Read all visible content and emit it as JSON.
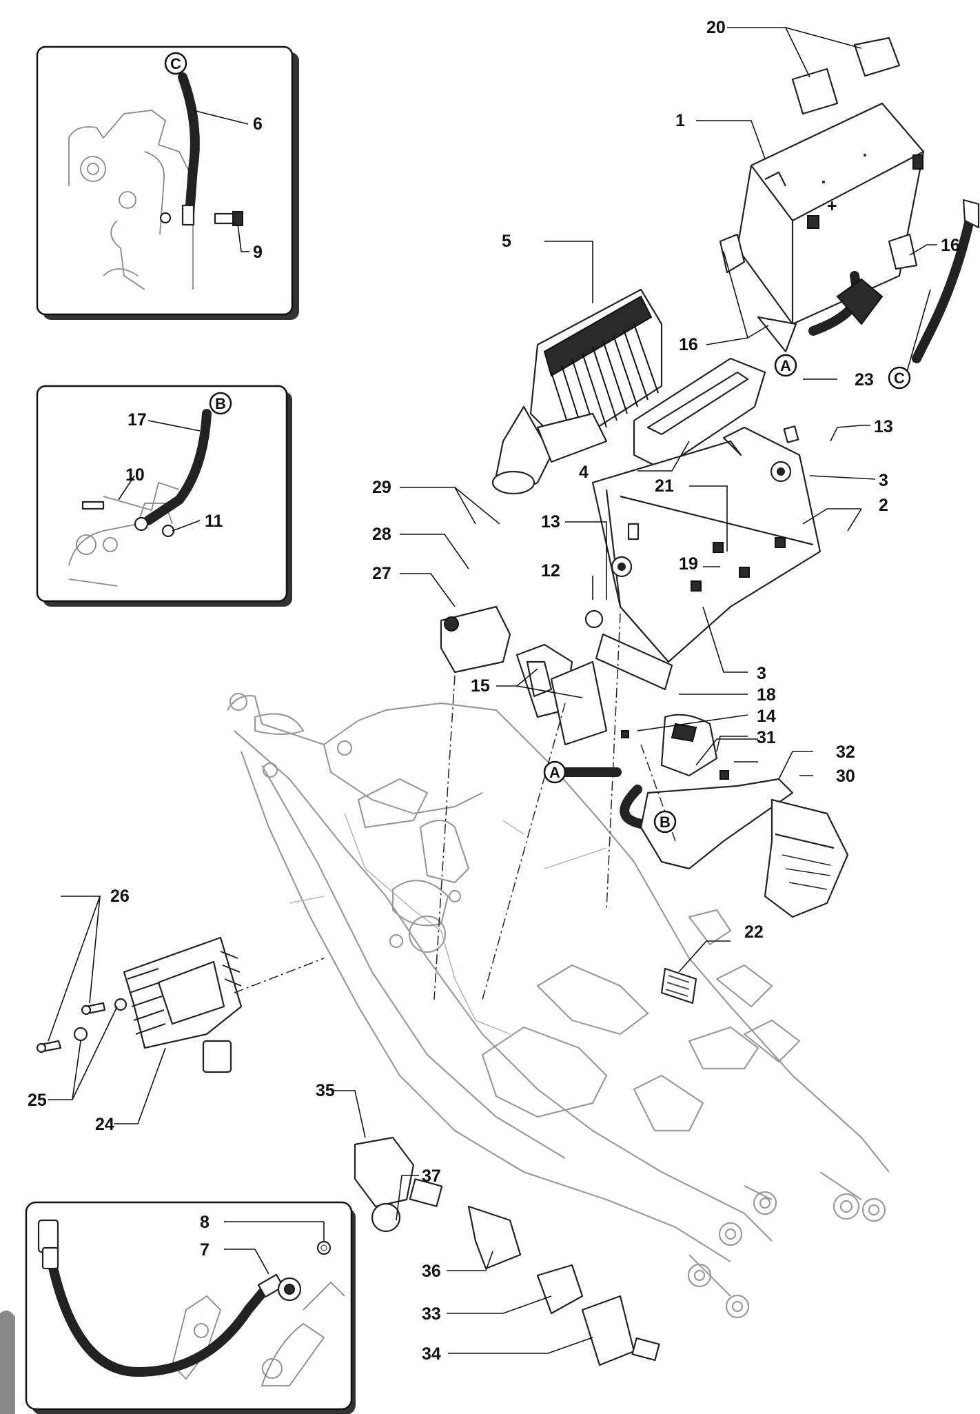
{
  "diagram": {
    "callouts": [
      {
        "id": "c1",
        "text": "1"
      },
      {
        "id": "c2",
        "text": "2"
      },
      {
        "id": "c3a",
        "text": "3"
      },
      {
        "id": "c3b",
        "text": "3"
      },
      {
        "id": "c4",
        "text": "4"
      },
      {
        "id": "c5",
        "text": "5"
      },
      {
        "id": "c6",
        "text": "6"
      },
      {
        "id": "c7",
        "text": "7"
      },
      {
        "id": "c8",
        "text": "8"
      },
      {
        "id": "c9",
        "text": "9"
      },
      {
        "id": "c10",
        "text": "10"
      },
      {
        "id": "c11",
        "text": "11"
      },
      {
        "id": "c12",
        "text": "12"
      },
      {
        "id": "c13a",
        "text": "13"
      },
      {
        "id": "c13b",
        "text": "13"
      },
      {
        "id": "c14",
        "text": "14"
      },
      {
        "id": "c15",
        "text": "15"
      },
      {
        "id": "c16a",
        "text": "16"
      },
      {
        "id": "c16b",
        "text": "16"
      },
      {
        "id": "c17",
        "text": "17"
      },
      {
        "id": "c18",
        "text": "18"
      },
      {
        "id": "c19",
        "text": "19"
      },
      {
        "id": "c20",
        "text": "20"
      },
      {
        "id": "c21",
        "text": "21"
      },
      {
        "id": "c22",
        "text": "22"
      },
      {
        "id": "c23",
        "text": "23"
      },
      {
        "id": "c24",
        "text": "24"
      },
      {
        "id": "c25",
        "text": "25"
      },
      {
        "id": "c26",
        "text": "26"
      },
      {
        "id": "c27",
        "text": "27"
      },
      {
        "id": "c28",
        "text": "28"
      },
      {
        "id": "c29",
        "text": "29"
      },
      {
        "id": "c30",
        "text": "30"
      },
      {
        "id": "c31",
        "text": "31"
      },
      {
        "id": "c32",
        "text": "32"
      },
      {
        "id": "c33",
        "text": "33"
      },
      {
        "id": "c34",
        "text": "34"
      },
      {
        "id": "c35",
        "text": "35"
      },
      {
        "id": "c36",
        "text": "36"
      },
      {
        "id": "c37",
        "text": "37"
      }
    ],
    "connectors": {
      "A": "A",
      "B": "B",
      "C": "C"
    },
    "battery_terminal_sign": "+"
  }
}
